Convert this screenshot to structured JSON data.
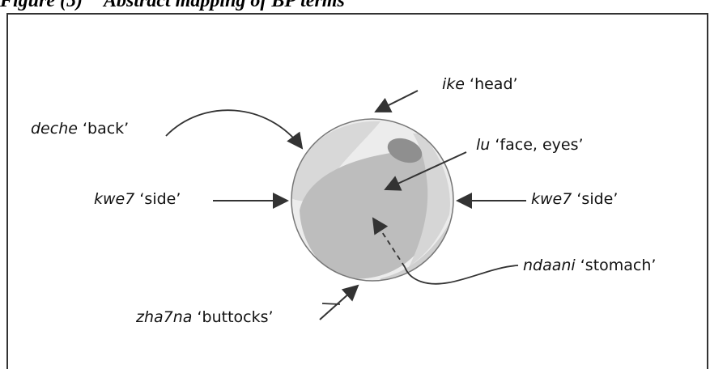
{
  "figure": {
    "number": "Figure (5)",
    "title": "Abstract mapping of BP terms"
  },
  "labels": {
    "head": {
      "term": "ike",
      "gloss": "‘head’"
    },
    "back": {
      "term": "deche",
      "gloss": "‘back’"
    },
    "face": {
      "term": "lu",
      "gloss": "‘face, eyes’"
    },
    "side_left": {
      "term": "kwe7",
      "gloss": "‘side’"
    },
    "side_right": {
      "term": "kwe7",
      "gloss": "‘side’"
    },
    "stomach": {
      "term": "ndaani",
      "gloss": "‘stomach’"
    },
    "buttocks": {
      "term": "zha7na",
      "gloss": "‘buttocks’"
    }
  },
  "colors": {
    "ball_light": "#ececec",
    "ball_mid": "#bdbdbd",
    "ball_dark": "#8f8f8f",
    "arrow": "#333333"
  }
}
